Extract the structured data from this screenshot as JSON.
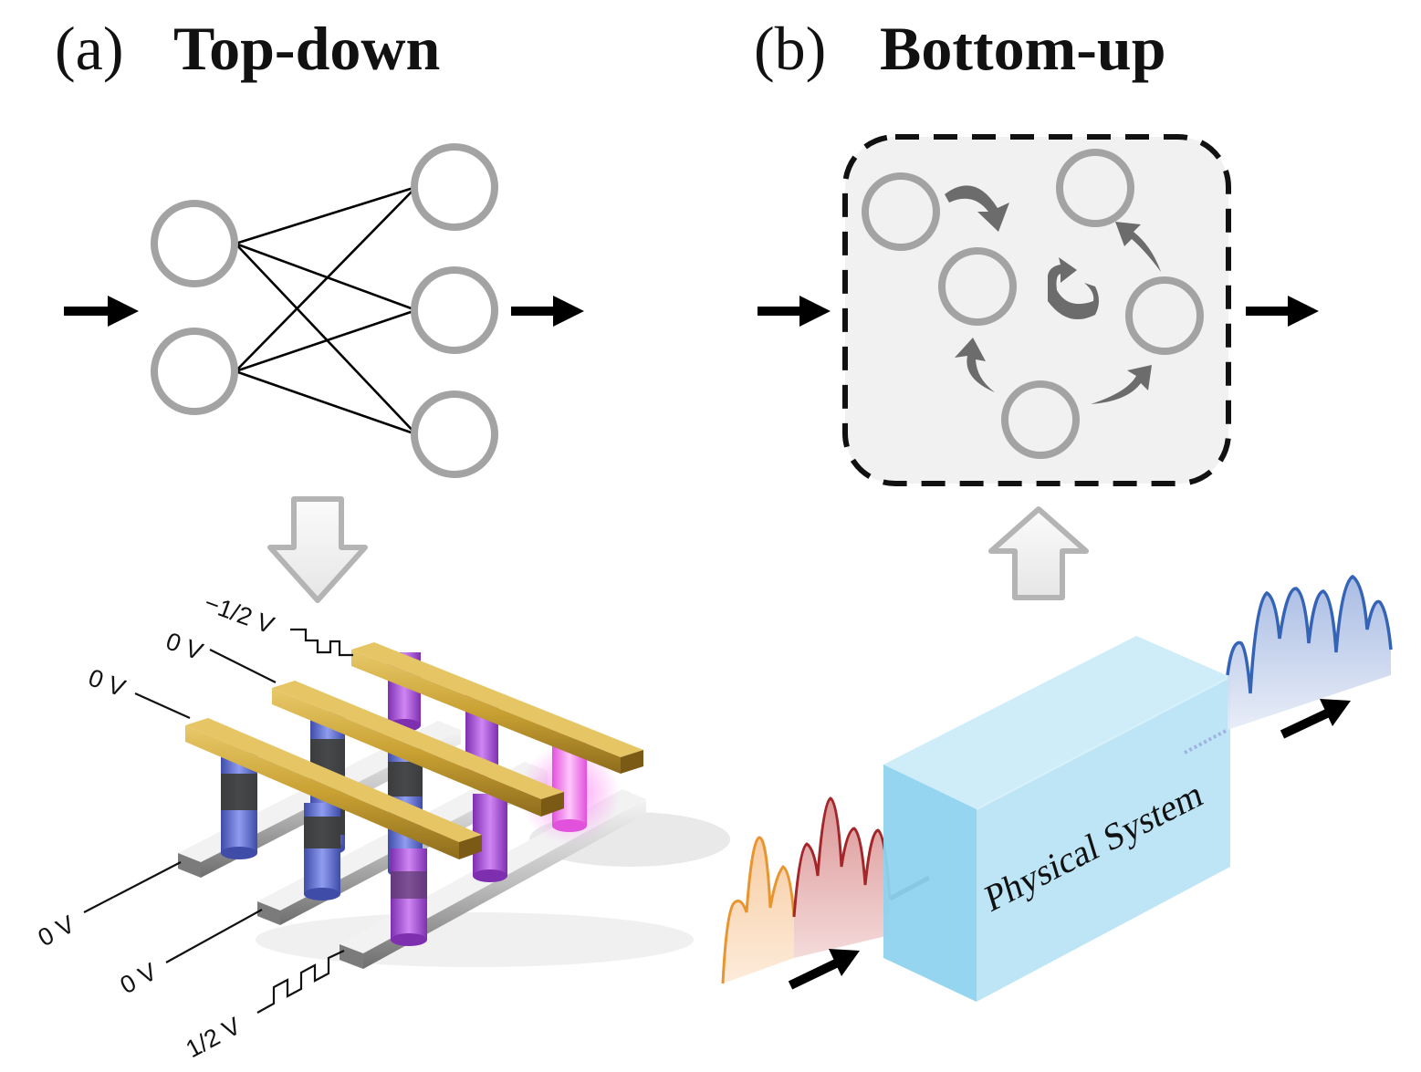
{
  "panel_a": {
    "label": "(a)",
    "title": "Top-down",
    "voltages": {
      "top_bar_3": "−1/2 V",
      "top_bar_2": "0 V",
      "top_bar_1": "0 V",
      "bottom_bar_1": "0 V",
      "bottom_bar_2": "0 V",
      "bottom_bar_3": "1/2 V"
    }
  },
  "panel_b": {
    "label": "(b)",
    "title": "Bottom-up",
    "box_label": "Physical System"
  },
  "colors": {
    "node": "#a3a3a3",
    "gold": "#c9a133",
    "pillar_blue": "#6f7cd8",
    "pillar_purple": "#b45ce0",
    "pillar_pink": "#f06be8",
    "box_cyan": "#a9dff2",
    "wave_orange": "#e8952f",
    "wave_red": "#a3262a",
    "wave_blue": "#3563b5"
  }
}
